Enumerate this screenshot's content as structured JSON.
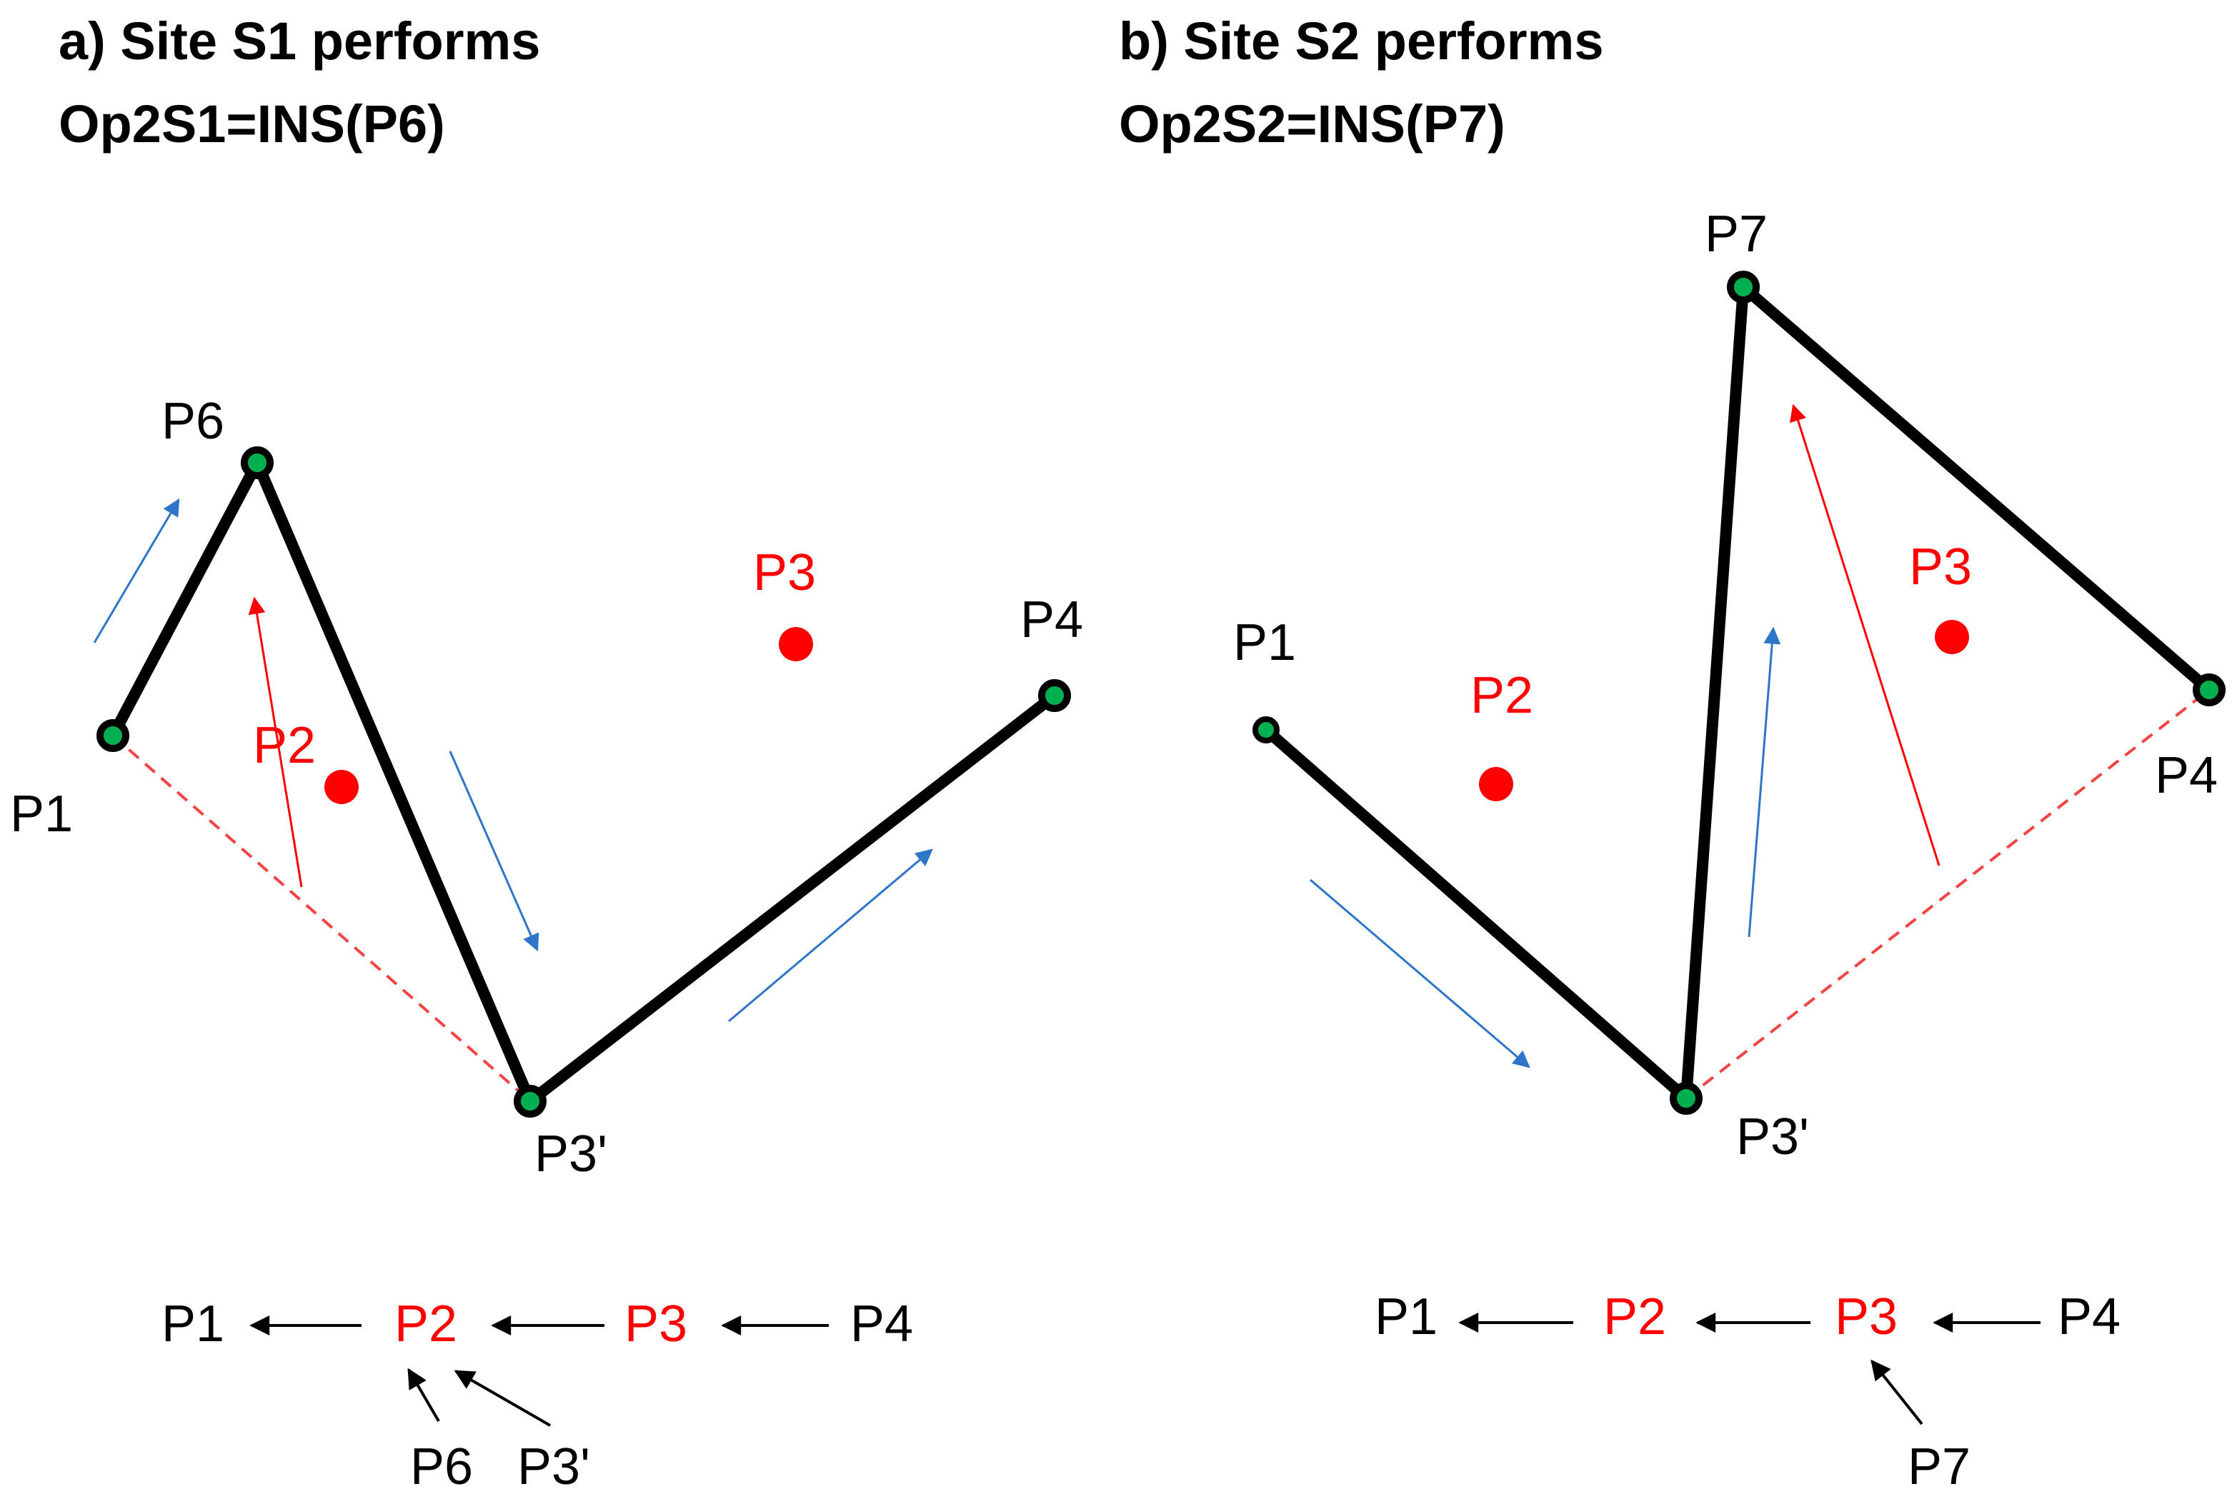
{
  "colors": {
    "black": "#000000",
    "red": "#ff0000",
    "blue": "#2e75c9",
    "node_fill": "#00b050",
    "red_dash": "#f44343"
  },
  "panel_a": {
    "title_line1": "a) Site S1 performs",
    "title_line2": "Op2S1=INS(P6)",
    "labels": {
      "p6": "P6",
      "p1": "P1",
      "p2": "P2",
      "p3": "P3",
      "p4": "P4",
      "p3p": "P3'"
    },
    "chain": {
      "p1": "P1",
      "p2": "P2",
      "p3": "P3",
      "p4": "P4",
      "p6": "P6",
      "p3p": "P3'"
    }
  },
  "panel_b": {
    "title_line1": "b) Site S2 performs",
    "title_line2": "Op2S2=INS(P7)",
    "labels": {
      "p7": "P7",
      "p1": "P1",
      "p2": "P2",
      "p3": "P3",
      "p4": "P4",
      "p3p": "P3'"
    },
    "chain": {
      "p1": "P1",
      "p2": "P2",
      "p3": "P3",
      "p4": "P4",
      "p7": "P7"
    }
  }
}
